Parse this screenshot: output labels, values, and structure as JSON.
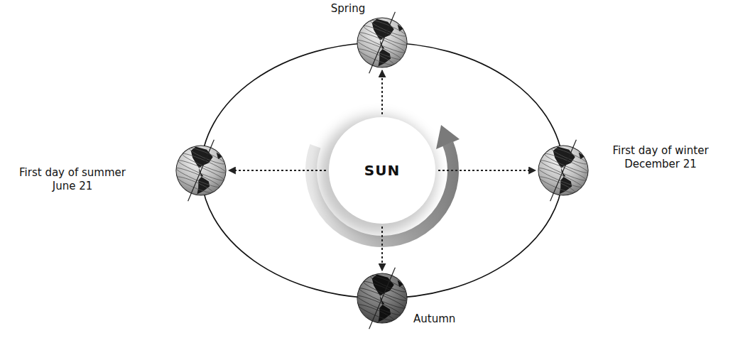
{
  "diagram": {
    "nodes": [
      {
        "text": [
          "Spring"
        ]
      },
      {
        "text": [
          "First day of summer",
          "June 21"
        ]
      },
      {
        "text": [
          "SUN"
        ]
      },
      {
        "text": [
          "First day of winter",
          "December 21"
        ]
      },
      {
        "text": [
          "Autumn"
        ]
      }
    ],
    "edges": [
      {
        "from": 2,
        "to": 0,
        "arrow": "to"
      },
      {
        "from": 2,
        "to": 1,
        "arrow": "to"
      },
      {
        "from": 2,
        "to": 3,
        "arrow": "to"
      },
      {
        "from": 2,
        "to": 4,
        "arrow": "to"
      }
    ]
  }
}
